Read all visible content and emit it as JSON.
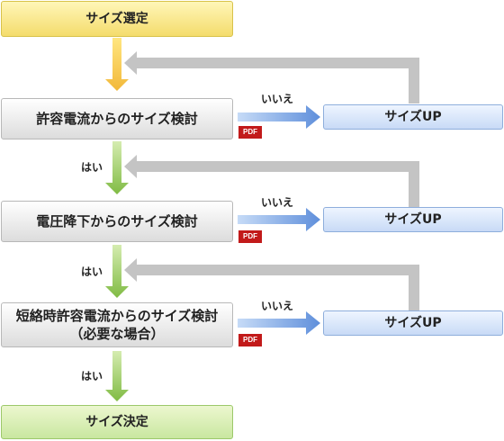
{
  "start_label": "サイズ選定",
  "steps": [
    {
      "label_line1": "許容電流からのサイズ検討",
      "label_line2": "",
      "no_label": "いいえ",
      "pdf_label": "PDF",
      "up_label": "サイズUP"
    },
    {
      "label_line1": "電圧降下からのサイズ検討",
      "label_line2": "",
      "no_label": "いいえ",
      "pdf_label": "PDF",
      "up_label": "サイズUP"
    },
    {
      "label_line1": "短絡時許容電流からのサイズ検討",
      "label_line2": "（必要な場合）",
      "no_label": "いいえ",
      "pdf_label": "PDF",
      "up_label": "サイズUP"
    }
  ],
  "yes_labels": [
    "はい",
    "はい",
    "はい"
  ],
  "end_label": "サイズ決定",
  "colors": {
    "start_arrow": "#f2c84a",
    "yes_arrow": "#8cc44e",
    "no_arrow": "#6e9be0",
    "loop_arrow": "#c4c4c4",
    "pdf_badge": "#c21a1a"
  }
}
